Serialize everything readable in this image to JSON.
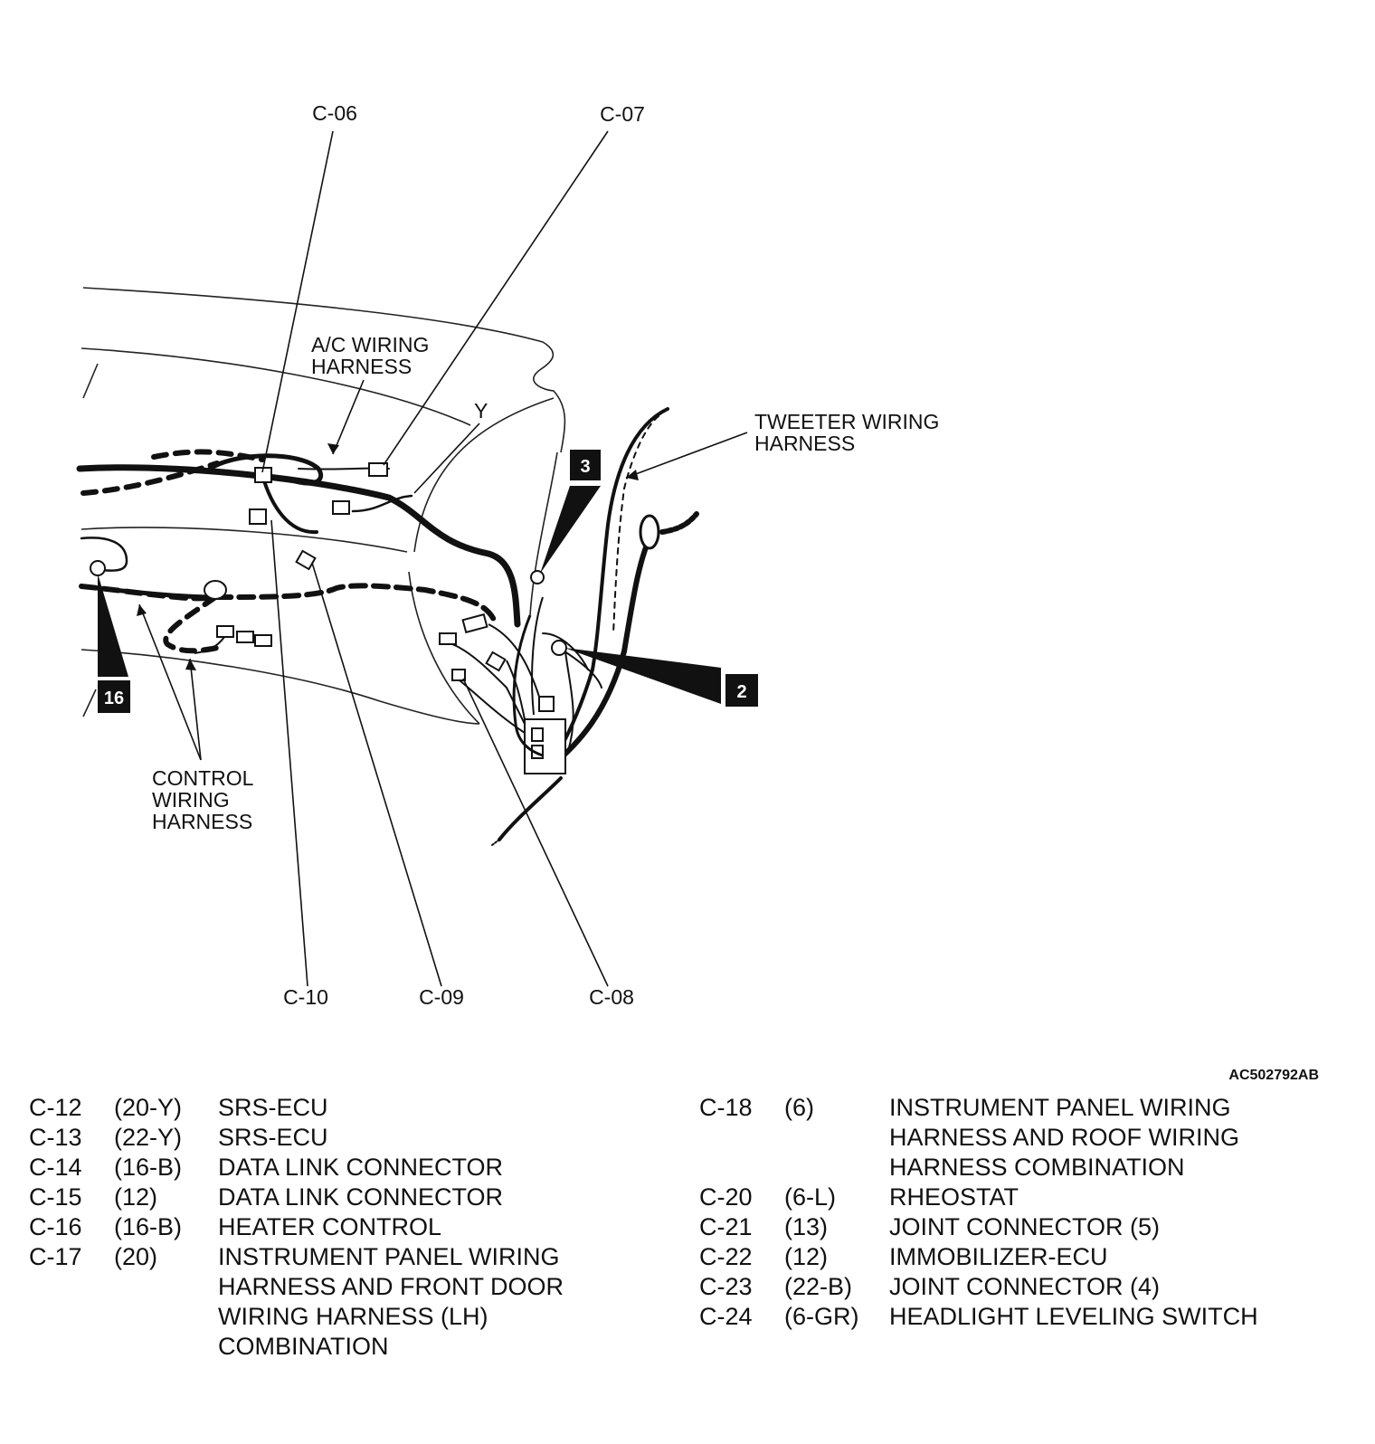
{
  "figure_id": "AC502792AB",
  "diagram": {
    "callouts": {
      "c06": "C-06",
      "c07": "C-07",
      "c08": "C-08",
      "c09": "C-09",
      "c10": "C-10"
    },
    "labels": {
      "ac_line1": "A/C WIRING",
      "ac_line2": "HARNESS",
      "tweeter_line1": "TWEETER WIRING",
      "tweeter_line2": "HARNESS",
      "control_line1": "CONTROL",
      "control_line2": "WIRING",
      "control_line3": "HARNESS",
      "y_marker": "Y"
    },
    "ground_tags": {
      "g3": "3",
      "g2": "2",
      "g16": "16"
    }
  },
  "legend_left": [
    {
      "code": "C-12",
      "size": "(20-Y)",
      "desc": [
        "SRS-ECU"
      ]
    },
    {
      "code": "C-13",
      "size": "(22-Y)",
      "desc": [
        "SRS-ECU"
      ]
    },
    {
      "code": "C-14",
      "size": "(16-B)",
      "desc": [
        "DATA LINK CONNECTOR"
      ]
    },
    {
      "code": "C-15",
      "size": "(12)",
      "desc": [
        "DATA LINK CONNECTOR"
      ]
    },
    {
      "code": "C-16",
      "size": "(16-B)",
      "desc": [
        "HEATER CONTROL"
      ]
    },
    {
      "code": "C-17",
      "size": "(20)",
      "desc": [
        "INSTRUMENT PANEL WIRING",
        "HARNESS AND FRONT DOOR",
        "WIRING HARNESS (LH)",
        "COMBINATION"
      ]
    }
  ],
  "legend_right": [
    {
      "code": "C-18",
      "size": "(6)",
      "desc": [
        "INSTRUMENT PANEL WIRING",
        "HARNESS AND ROOF WIRING",
        "HARNESS COMBINATION"
      ]
    },
    {
      "code": "C-20",
      "size": "(6-L)",
      "desc": [
        "RHEOSTAT"
      ]
    },
    {
      "code": "C-21",
      "size": "(13)",
      "desc": [
        "JOINT CONNECTOR (5)"
      ]
    },
    {
      "code": "C-22",
      "size": "(12)",
      "desc": [
        "IMMOBILIZER-ECU"
      ]
    },
    {
      "code": "C-23",
      "size": "(22-B)",
      "desc": [
        "JOINT CONNECTOR (4)"
      ]
    },
    {
      "code": "C-24",
      "size": "(6-GR)",
      "desc": [
        "HEADLIGHT LEVELING SWITCH"
      ]
    }
  ]
}
